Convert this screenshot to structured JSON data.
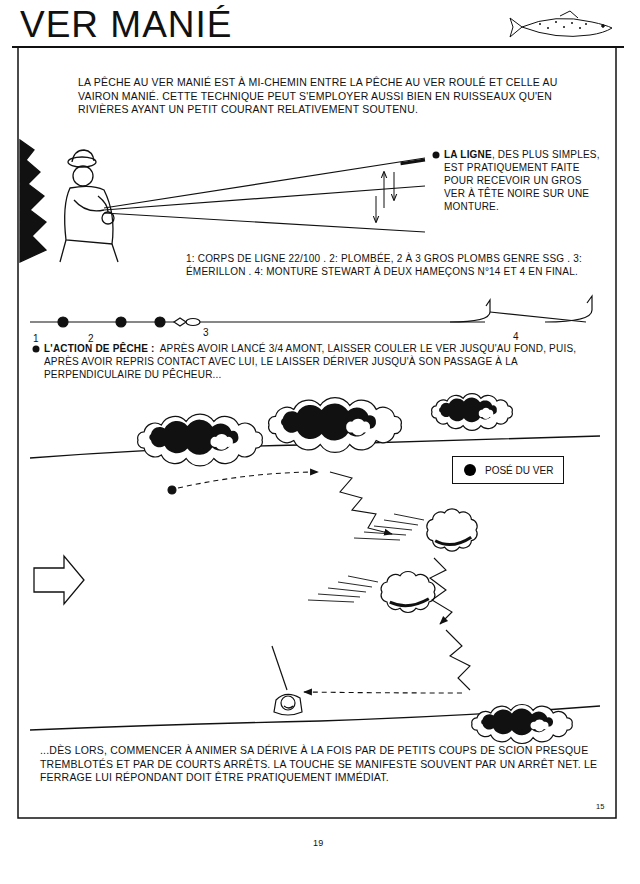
{
  "diagram": {
    "title": "VER MANIÉ",
    "labels": [
      "LA PÊCHE AU VER MANIÉ EST À MI-CHEMIN ENTRE LA PÊCHE AU VER ROULÉ ET CELLE AU VAIRON MANIÉ. CETTE TECHNIQUE PEUT S'EMPLOYER AUSSI BIEN EN RUISSEAUX QU'EN RIVIÈRES AYANT UN PETIT COURANT RELATIVEMENT SOUTENU.",
      "LA LIGNE",
      ", DES PLUS SIMPLES, EST PRATIQUEMENT FAITE POUR RECEVOIR UN GROS VER À TÊTE NOIRE SUR UNE MONTURE.",
      "1: CORPS DE LIGNE 22/100 . 2: PLOMBÉE, 2 À 3 GROS PLOMBS GENRE SSG . 3: ÉMERILLON . 4: MONTURE STEWART À DEUX HAMEÇONS N°14 ET 4 EN FINAL.",
      "1",
      "2",
      "3",
      "4",
      "L'ACTION DE PÊCHE :",
      "APRÈS AVOIR LANCÉ 3/4 AMONT, LAISSER COULER LE VER JUSQU'AU FOND, PUIS, APRÈS AVOIR REPRIS CONTACT AVEC LUI, LE LAISSER DÉRIVER JUSQU'À SON PASSAGE À LA PERPENDICULAIRE DU PÊCHEUR...",
      "...DÈS LORS, COMMENCER À ANIMER SA DÉRIVE À LA FOIS PAR DE PETITS COUPS DE SCION PRESQUE TREMBLOTÉS ET PAR DE COURTS ARRÊTS. LA TOUCHE SE MANIFESTE SOUVENT PAR UN ARRÊT NET. LE FERRAGE LUI RÉPONDANT DOIT ÊTRE PRATIQUEMENT IMMÉDIAT.",
      "15",
      "19"
    ],
    "legend": [
      {
        "text": "POSÉ DU VER",
        "color": "#000000"
      }
    ]
  }
}
